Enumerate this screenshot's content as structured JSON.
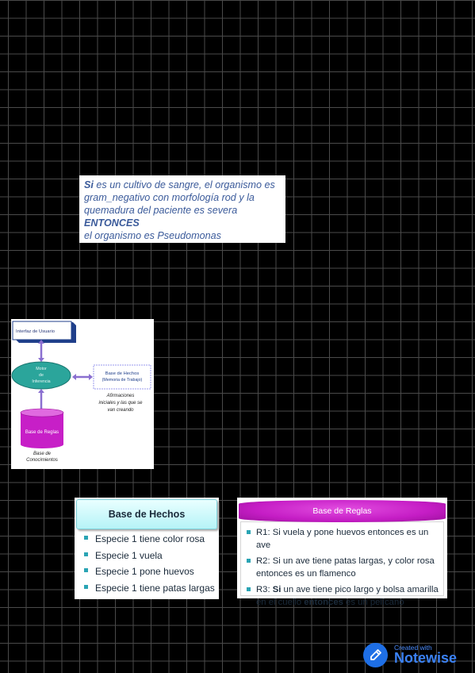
{
  "rule": {
    "si": "Si",
    "line1_rest": " es un cultivo de sangre, el organismo es",
    "line2": "gram_negativo con morfología rod y la",
    "line3": "quemadura del paciente es severa",
    "entonces": "ENTONCES",
    "line5": "el organismo es Pseudomonas"
  },
  "diagram": {
    "interface": "Interfaz de Usuario",
    "motor": [
      "Motor",
      "de",
      "Inferencia"
    ],
    "hechos_box": [
      "Base de Hechos",
      "(Memoria de Trabajo)"
    ],
    "affirm": [
      "Afirmaciones",
      "iniciales y las que se",
      "van creando"
    ],
    "reglas": "Base de Reglas",
    "conocimientos": [
      "Base de",
      "Conocimientos"
    ]
  },
  "hechos": {
    "title": "Base de Hechos",
    "items": [
      "Especie 1 tiene color rosa",
      "Especie 1 vuela",
      "Especie 1 pone huevos",
      "Especie 1 tiene patas largas"
    ]
  },
  "reglas": {
    "title": "Base de Reglas",
    "r1": "R1: Si vuela y pone huevos entonces es un ave",
    "r2_l1": "R2: Si un ave tiene patas largas, y color rosa",
    "r2_l2": "entonces es un flamenco",
    "r3_pre": "R3: ",
    "r3_si": "Si",
    "r3_mid": " un ave tiene pico largo y bolsa amarilla",
    "r3_l2_pre": "en el cuello ",
    "r3_entonces": "entonces",
    "r3_l2_post": " es un pelícano"
  },
  "badge": {
    "small": "Created with",
    "big": "Notewise",
    "icon": "pencil-icon",
    "color": "#1e6fe6"
  }
}
